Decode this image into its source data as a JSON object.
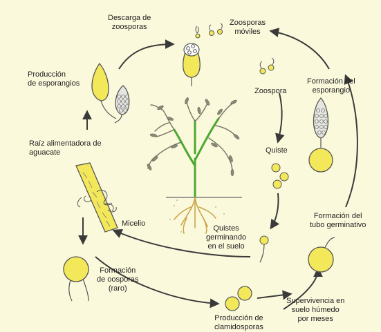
{
  "colors": {
    "background": "#fbf9dc",
    "spore_fill": "#f2e85a",
    "outline": "#555555",
    "arrow": "#3a3a3a",
    "plant_green": "#4aa830",
    "root": "#caa64a"
  },
  "labels": {
    "descarga": [
      "Descarga de",
      "zoosporas"
    ],
    "zoosporas_moviles": [
      "Zoosporas",
      "móviles"
    ],
    "produccion_esporangios": [
      "Producción",
      "de esporangios"
    ],
    "zoospora": "Zoospora",
    "formacion_esporangio": [
      "Formación del",
      "esporangio"
    ],
    "raiz": [
      "Raíz alimentadora de",
      "aguacate"
    ],
    "quiste": "Quiste",
    "micelio": "Micelio",
    "quistes_germinando": [
      "Quistes",
      "germinando",
      "en el suelo"
    ],
    "formacion_tubo": [
      "Formación del",
      "tubo germinativo"
    ],
    "formacion_oosporas": [
      "Formación",
      "de oosporas",
      "(raro)"
    ],
    "produccion_clamidosporas": [
      "Producción de",
      "clamidosporas"
    ],
    "supervivencia": [
      "Supervivencia en",
      "suelo húmedo",
      "por meses"
    ]
  }
}
